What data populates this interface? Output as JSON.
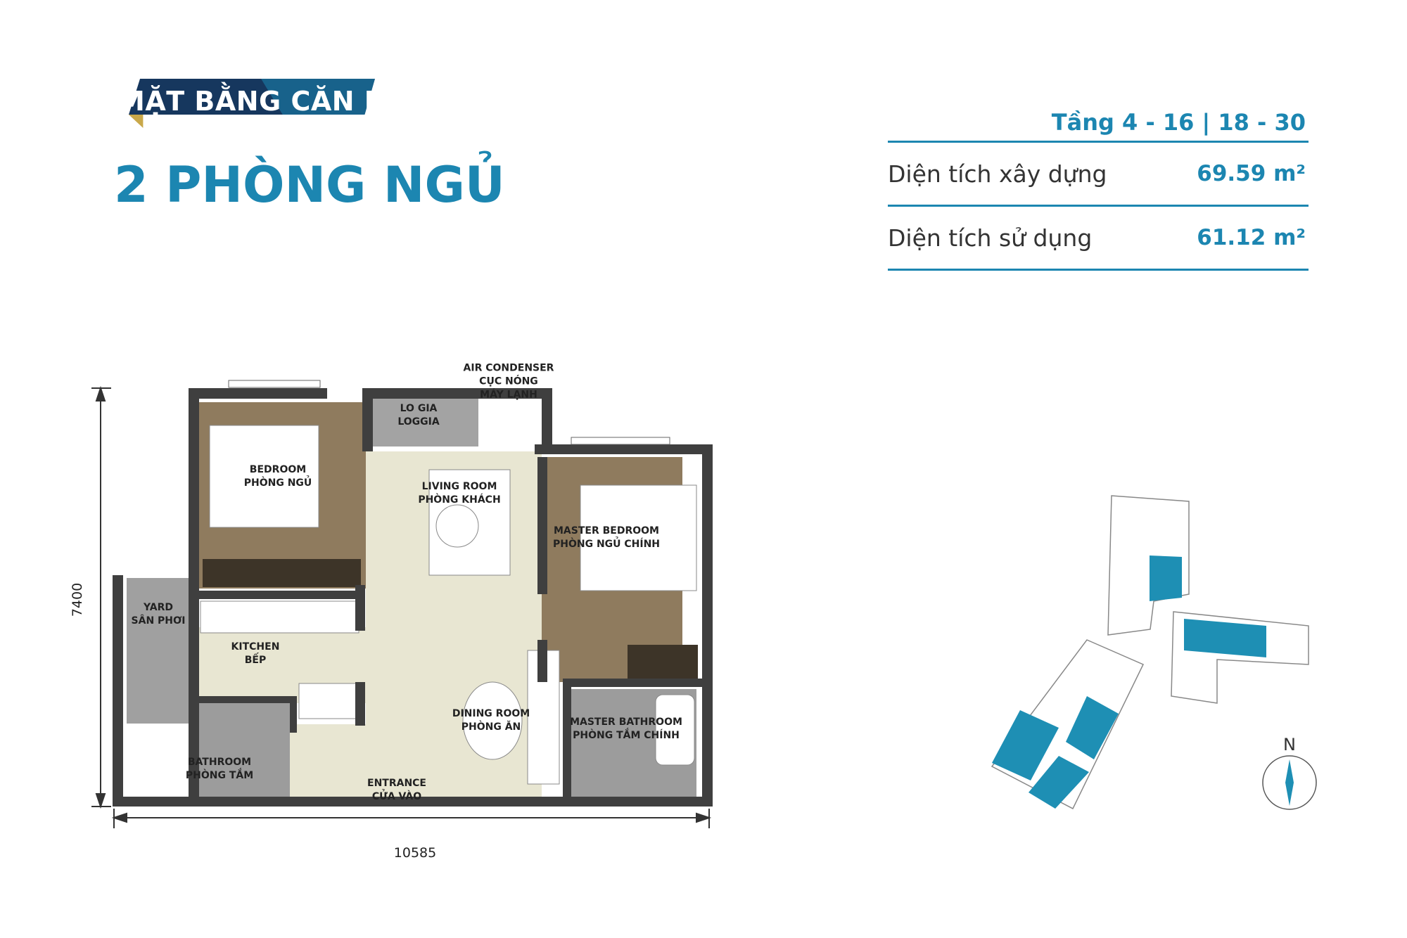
{
  "header": {
    "banner_text": "MẶT BẰNG CĂN HỘ",
    "title": "2 PHÒNG NGỦ"
  },
  "info": {
    "floors": "Tầng 4 - 16 | 18 - 30",
    "rows": [
      {
        "label": "Diện tích xây dựng",
        "value": "69.59 m²"
      },
      {
        "label": "Diện tích sử dụng",
        "value": "61.12 m²"
      }
    ]
  },
  "rooms": {
    "bedroom": [
      "BEDROOM",
      "PHÒNG NGỦ"
    ],
    "loggia": [
      "LO GIA",
      "LOGGIA"
    ],
    "air_condenser": [
      "AIR CONDENSER",
      "CỤC NÓNG",
      "MÁY LẠNH"
    ],
    "living_room": [
      "LIVING ROOM",
      "PHÒNG KHÁCH"
    ],
    "master_bedroom": [
      "MASTER BEDROOM",
      "PHÒNG NGỦ CHÍNH"
    ],
    "yard": [
      "YARD",
      "SÂN PHƠI"
    ],
    "kitchen": [
      "KITCHEN",
      "BẾP"
    ],
    "dining_room": [
      "DINING ROOM",
      "PHÒNG ĂN"
    ],
    "master_bathroom": [
      "MASTER BATHROOM",
      "PHÒNG TẮM CHÍNH"
    ],
    "bathroom": [
      "BATHROOM",
      "PHÒNG TẮM"
    ],
    "entrance": [
      "ENTRANCE",
      "CỬA VÀO"
    ]
  },
  "dimensions": {
    "width": "10585",
    "height": "7400"
  },
  "compass": {
    "label": "N"
  },
  "colors": {
    "accent": "#1c86b1",
    "banner_dark": "#16375e",
    "wall": "#3f3f3f",
    "wood": "#8f7b5e",
    "tile": "#e8e6d2",
    "wet_tile": "#9c9c9c",
    "highlight": "#1e8fb4"
  }
}
